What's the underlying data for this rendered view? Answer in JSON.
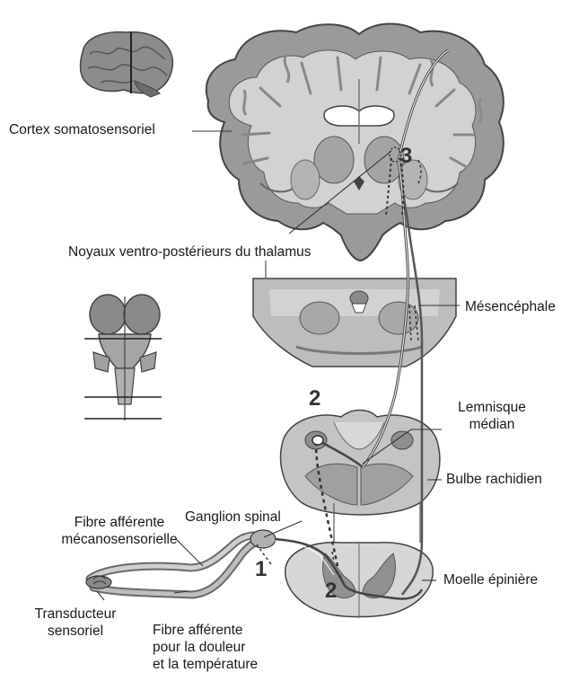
{
  "labels": {
    "cortex": "Cortex somatosensoriel",
    "thalamus": "Noyaux ventro-postérieurs du thalamus",
    "mesencephale": "Mésencéphale",
    "lemnisque_line1": "Lemnisque",
    "lemnisque_line2": "médian",
    "bulbe": "Bulbe rachidien",
    "ganglion": "Ganglion spinal",
    "fibre_meca_line1": "Fibre afférente",
    "fibre_meca_line2": "mécanosensorielle",
    "moelle": "Moelle épinière",
    "transducteur_line1": "Transducteur",
    "transducteur_line2": "sensoriel",
    "fibre_douleur_line1": "Fibre afférente",
    "fibre_douleur_line2": "pour la douleur",
    "fibre_douleur_line3": "et la température"
  },
  "numbers": {
    "neuron3": "3",
    "neuron2_top": "2",
    "neuron2_bottom": "2",
    "neuron1": "1"
  },
  "colors": {
    "gray_matter": "#9a9a9a",
    "white_matter": "#d2d2d2",
    "dark_outline": "#4a4a4a",
    "pathway": "#555555",
    "background": "#ffffff"
  }
}
